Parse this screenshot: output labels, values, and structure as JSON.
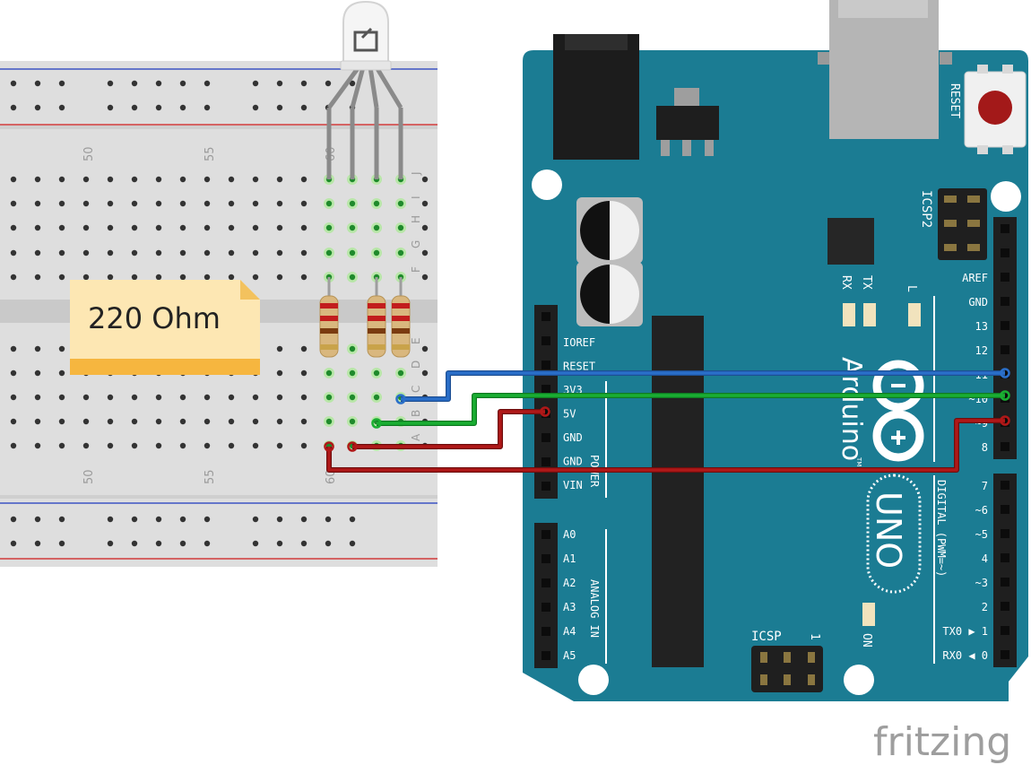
{
  "breadboard": {
    "column_numbers": [
      "50",
      "55",
      "60"
    ],
    "row_letters_top": [
      "J",
      "I",
      "H",
      "G",
      "F"
    ],
    "row_letters_bottom": [
      "E",
      "D",
      "C",
      "B",
      "A"
    ]
  },
  "note": {
    "text": "220 Ohm"
  },
  "arduino": {
    "logo_text": "Arduino",
    "trademark": "TM",
    "model": "UNO",
    "reset_label": "RESET",
    "icsp2_label": "ICSP2",
    "icsp_label": "ICSP",
    "icsp_pin1": "1",
    "led_labels": [
      "RX",
      "TX",
      "L"
    ],
    "on_label": "ON",
    "digital_label": "DIGITAL (PWM=~)",
    "power_label": "POWER",
    "analog_label": "ANALOG IN",
    "power_pins": [
      "IOREF",
      "RESET",
      "3V3",
      "5V",
      "GND",
      "GND",
      "VIN"
    ],
    "analog_pins": [
      "A0",
      "A1",
      "A2",
      "A3",
      "A4",
      "A5"
    ],
    "digital_high_pins": [
      "AREF",
      "GND",
      "13",
      "12",
      "~11",
      "~10",
      "~9",
      "8"
    ],
    "digital_low_pins": [
      "7",
      "~6",
      "~5",
      "4",
      "~3",
      "2",
      "TX0 ▶ 1",
      "RX0 ◀ 0"
    ]
  },
  "watermark": "fritzing",
  "colors": {
    "board": "#1b7c93",
    "board_dark": "#10586a",
    "wire_blue": "#2a6fc9",
    "wire_green": "#1aae32",
    "wire_red": "#b01818",
    "breadboard": "#dcdcdc",
    "note": "#fde7b3"
  }
}
